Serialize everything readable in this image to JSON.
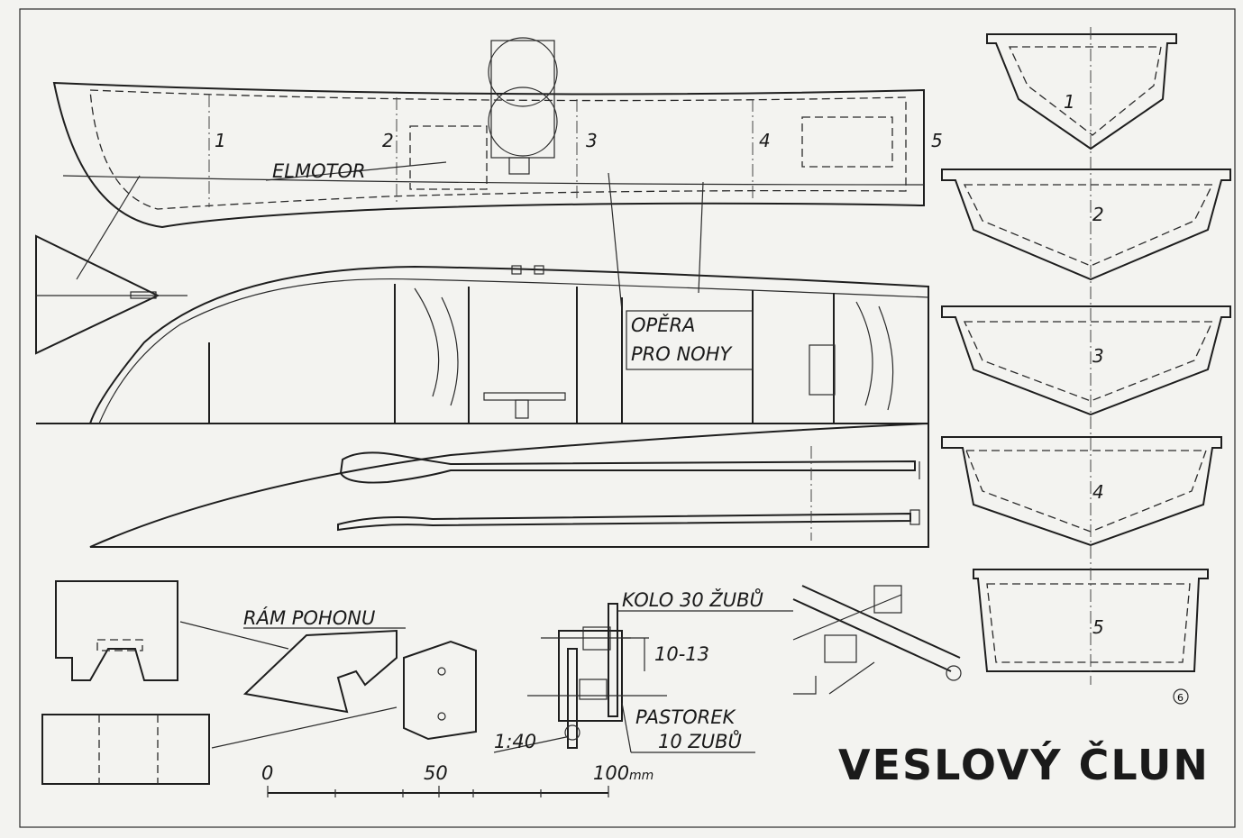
{
  "title": "VESLOVÝ ČLUN",
  "frame_numbers": [
    "1",
    "2",
    "3",
    "4",
    "5"
  ],
  "section_numbers": [
    "1",
    "2",
    "3",
    "4",
    "5"
  ],
  "labels": {
    "elmotor": "ELMOTOR",
    "opera_line1": "OPĚRA",
    "opera_line2": "PRO NOHY",
    "ram_pohonu": "RÁM POHONU",
    "kolo": "KOLO 30 ŽUBŮ",
    "gap": "10-13",
    "pastorek_line1": "PASTOREK",
    "pastorek_line2": "10 ZUBŮ",
    "ratio": "1:40"
  },
  "scale_bar": {
    "tick0": "0",
    "tick50": "50",
    "tick100": "100",
    "unit": "mm"
  },
  "sheet_number": "6"
}
